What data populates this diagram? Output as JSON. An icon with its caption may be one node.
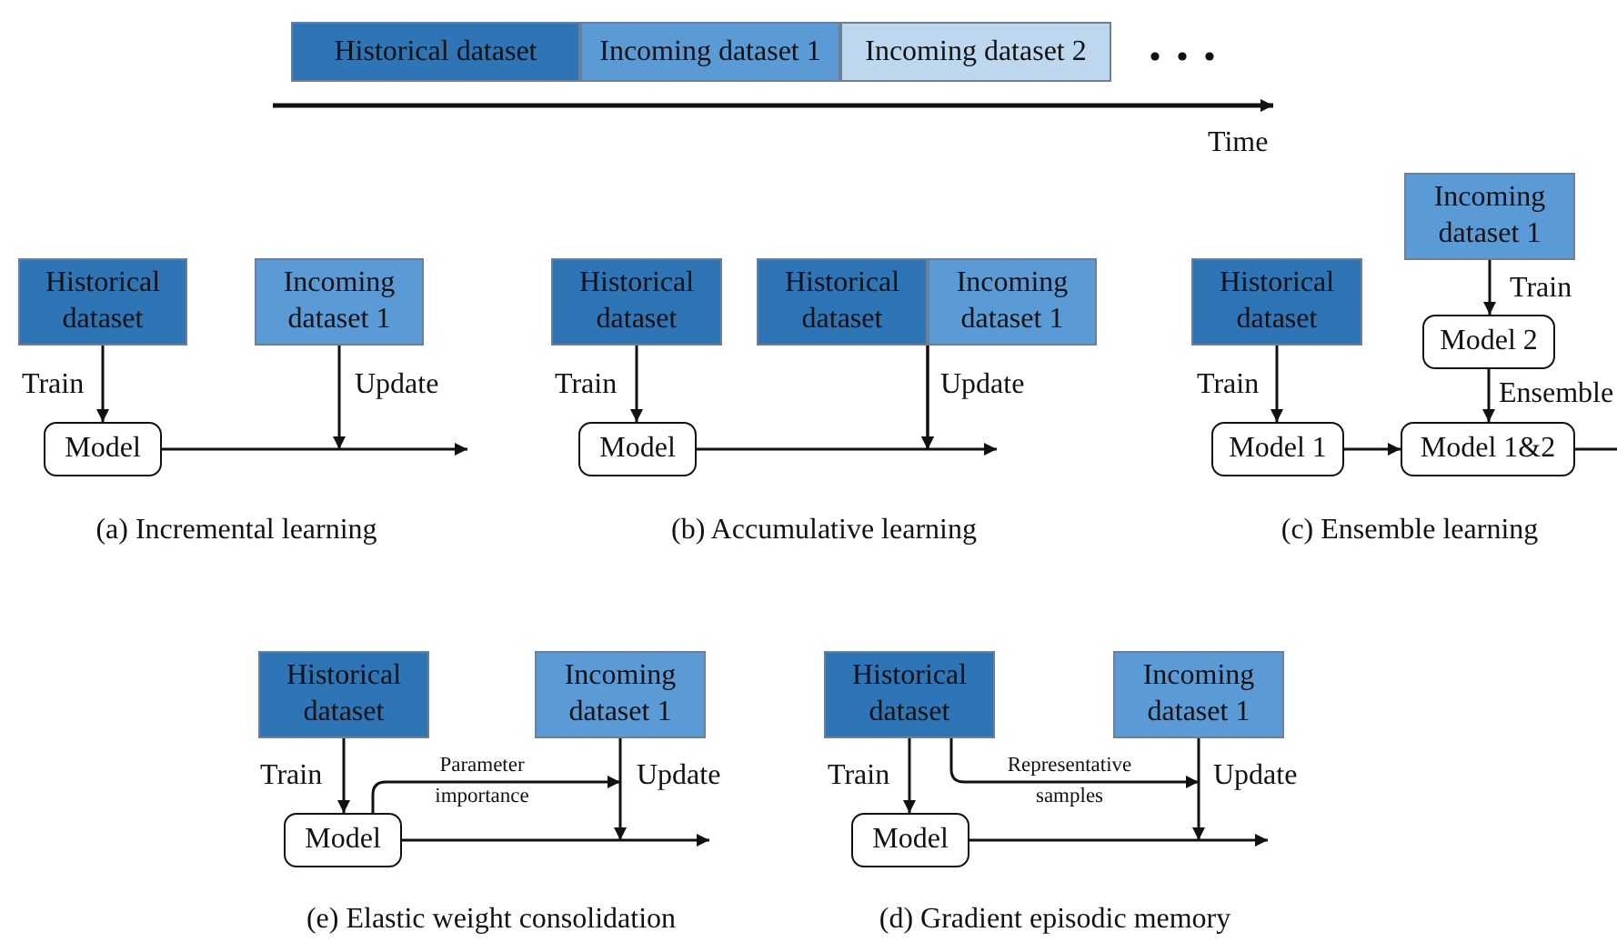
{
  "diagram": {
    "nodes": [
      {
        "text": [
          "Historical dataset"
        ]
      },
      {
        "text": [
          "Incoming dataset 1"
        ]
      },
      {
        "text": [
          "Incoming dataset 2"
        ]
      },
      {
        "text": [
          "Historical dataset"
        ]
      },
      {
        "text": [
          "Incoming dataset 1"
        ]
      },
      {
        "text": [
          "Model"
        ]
      },
      {
        "text": [
          "Historical dataset"
        ]
      },
      {
        "text": [
          "Historical dataset"
        ]
      },
      {
        "text": [
          "Incoming dataset 1"
        ]
      },
      {
        "text": [
          "Model"
        ]
      },
      {
        "text": [
          "Historical dataset"
        ]
      },
      {
        "text": [
          "Incoming dataset 1"
        ]
      },
      {
        "text": [
          "Model 2"
        ]
      },
      {
        "text": [
          "Model 1"
        ]
      },
      {
        "text": [
          "Model 1&2"
        ]
      },
      {
        "text": [
          "Historical dataset"
        ]
      },
      {
        "text": [
          "Incoming dataset 1"
        ]
      },
      {
        "text": [
          "Model"
        ]
      },
      {
        "text": [
          "Historical dataset"
        ]
      },
      {
        "text": [
          "Incoming dataset 1"
        ]
      },
      {
        "text": [
          "Model"
        ]
      }
    ],
    "edges": [
      {
        "from": 3,
        "to": 5,
        "arrow": "to",
        "label": "Train"
      },
      {
        "from": 4,
        "to": null,
        "arrow": "to",
        "label": "Update"
      },
      {
        "from": 5,
        "to": null,
        "arrow": "to"
      },
      {
        "from": 6,
        "to": 9,
        "arrow": "to",
        "label": "Train"
      },
      {
        "from": 7,
        "to": null,
        "arrow": "to",
        "label": "Update"
      },
      {
        "from": 8,
        "to": null,
        "arrow": "to"
      },
      {
        "from": 9,
        "to": null,
        "arrow": "to"
      },
      {
        "from": 10,
        "to": 13,
        "arrow": "to",
        "label": "Train"
      },
      {
        "from": 11,
        "to": 12,
        "arrow": "to",
        "label": "Train"
      },
      {
        "from": 12,
        "to": 14,
        "arrow": "to",
        "label": "Ensemble"
      },
      {
        "from": 13,
        "to": 14,
        "arrow": "to"
      },
      {
        "from": 14,
        "to": null,
        "arrow": "none"
      },
      {
        "from": 15,
        "to": 17,
        "arrow": "to",
        "label": "Train"
      },
      {
        "from": 16,
        "to": null,
        "arrow": "to",
        "label": "Update"
      },
      {
        "from": 17,
        "to": 16,
        "arrow": "to",
        "label": "Parameter importance"
      },
      {
        "from": 17,
        "to": null,
        "arrow": "to"
      },
      {
        "from": 18,
        "to": 20,
        "arrow": "to",
        "label": "Train"
      },
      {
        "from": 19,
        "to": null,
        "arrow": "to",
        "label": "Update"
      },
      {
        "from": 18,
        "to": 19,
        "arrow": "to",
        "label": "Representative samples"
      },
      {
        "from": 20,
        "to": null,
        "arrow": "to"
      }
    ],
    "labels": [
      "Time",
      "(a) Incremental learning",
      "(b) Accumulative learning",
      "(c) Ensemble learning",
      "(e) Elastic weight consolidation",
      "(d) Gradient episodic memory"
    ]
  }
}
